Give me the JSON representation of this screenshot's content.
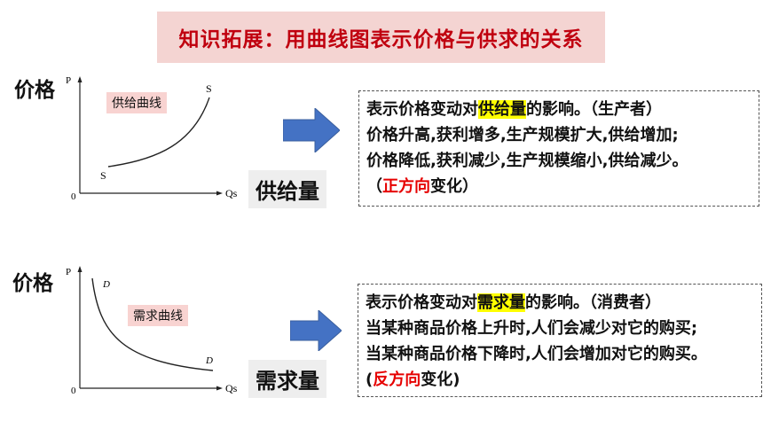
{
  "title": "知识拓展：用曲线图表示价格与供求的关系",
  "supply": {
    "price_label": "价格",
    "tag": "供给曲线",
    "axis_p": "P",
    "axis_q": "Qs",
    "origin": "0",
    "curve_start": "S",
    "curve_end": "S",
    "quantity_label": "供给量",
    "line1_pre": "表示价格变动对",
    "line1_hl": "供给量",
    "line1_post": "的影响。（生产者）",
    "line2": "价格升高,获利增多,生产规模扩大,供给增加;",
    "line3": "价格降低,获利减少,生产规模缩小,供给减少。",
    "line4_open": "（",
    "line4_red": "正方向",
    "line4_post": "变化）"
  },
  "demand": {
    "price_label": "价格",
    "tag": "需求曲线",
    "axis_p": "P",
    "axis_q": "Qs",
    "origin": "0",
    "curve_start": "D",
    "curve_end": "D",
    "quantity_label": "需求量",
    "line1_pre": "表示价格变动对",
    "line1_hl": "需求量",
    "line1_post": "的影响。（消费者）",
    "line2": "当某种商品价格上升时,人们会减少对它的购买;",
    "line3": "当某种商品价格下降时,人们会增加对它的购买。",
    "line4_open": "(",
    "line4_red": "反方向",
    "line4_post": "变化)"
  },
  "colors": {
    "arrow": "#4472c4",
    "title_bg": "#f4d4d2",
    "title_text": "#c0000f",
    "highlight": "#ffff00",
    "red": "#e60000"
  }
}
